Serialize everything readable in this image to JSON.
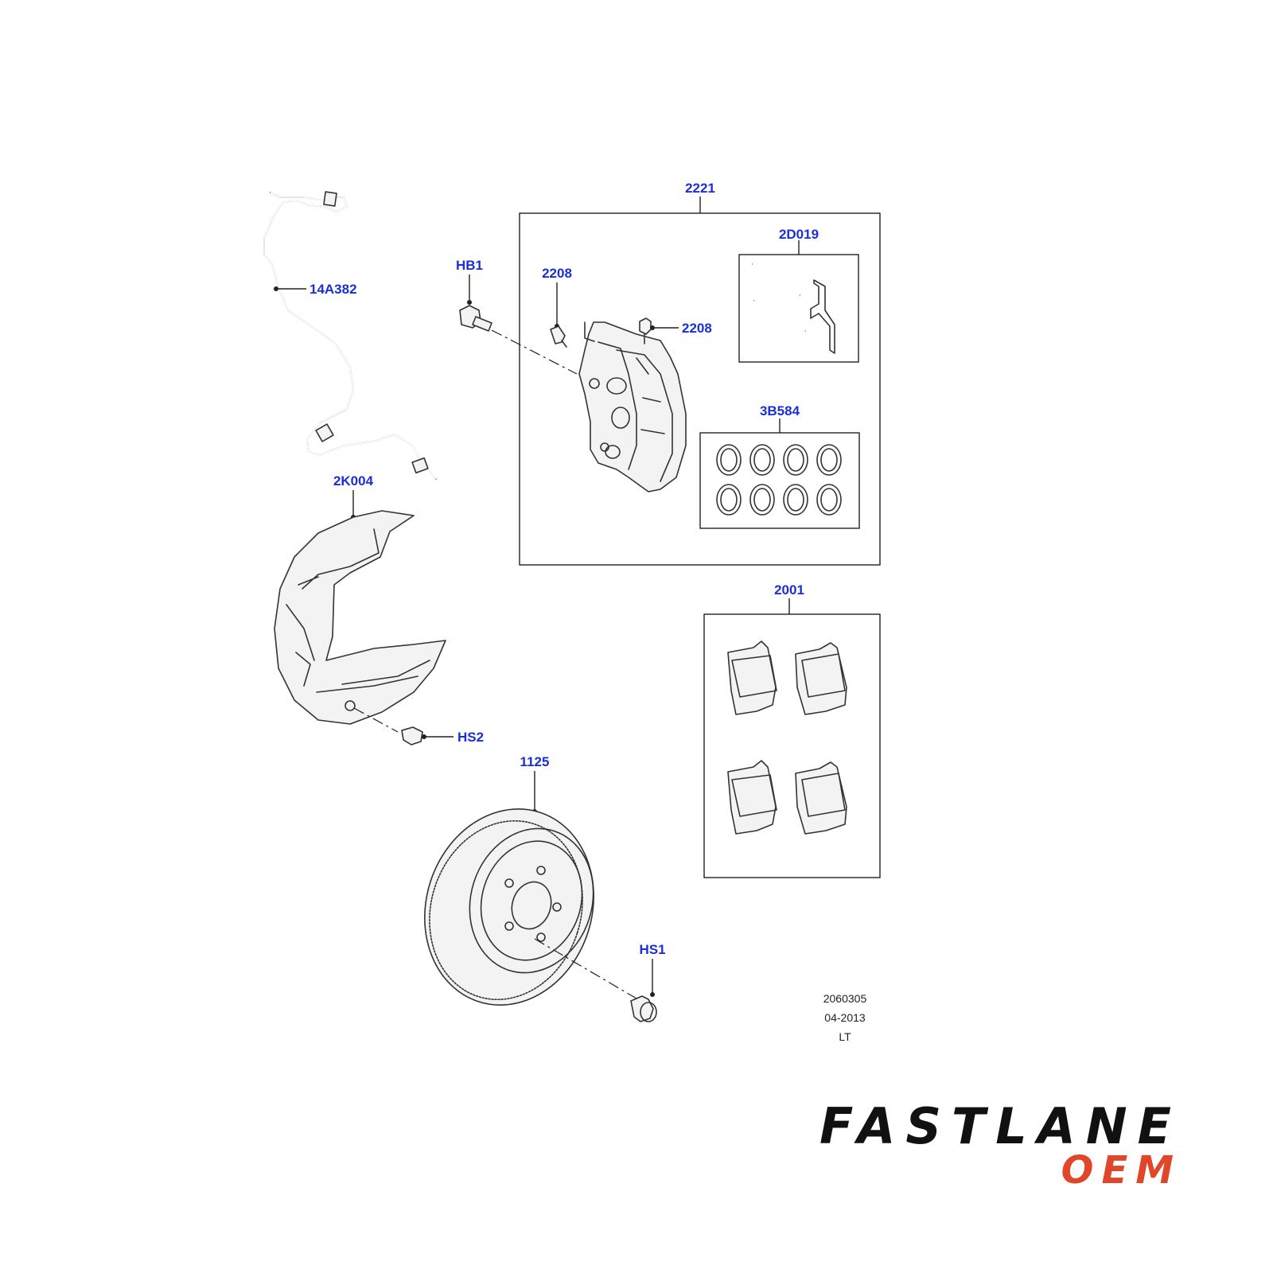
{
  "callouts": {
    "c_2221": "2221",
    "c_2D019": "2D019",
    "c_HB1": "HB1",
    "c_2208_a": "2208",
    "c_2208_b": "2208",
    "c_14A382": "14A382",
    "c_3B584": "3B584",
    "c_2K004": "2K004",
    "c_2001": "2001",
    "c_HS2": "HS2",
    "c_1125": "1125",
    "c_HS1": "HS1"
  },
  "drawing_info": {
    "number": "2060305",
    "date": "04-2013",
    "code": "LT"
  },
  "logo": {
    "brand": "FASTLANE",
    "sub": "OEM",
    "sub_color": "#e0472a"
  }
}
